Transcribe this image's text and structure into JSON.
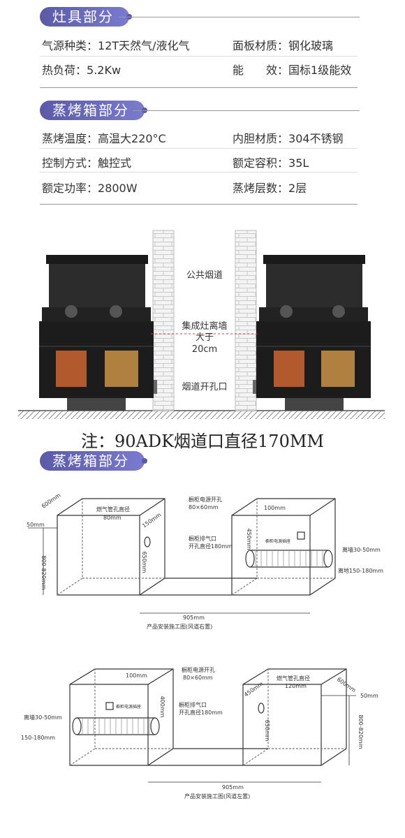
{
  "stove_section": {
    "title": "灶具部分",
    "specs": [
      {
        "label": "气源种类：",
        "value": "12T天然气/液化气"
      },
      {
        "label": "面板材质：",
        "value": "钢化玻璃"
      },
      {
        "label": "热负荷：",
        "value": "5.2Kw"
      },
      {
        "label": "能　　效：",
        "value": "国标1级能效"
      }
    ]
  },
  "steam_section": {
    "title": "蒸烤箱部分",
    "specs": [
      {
        "label": "蒸烤温度：",
        "value": "高温大220°C"
      },
      {
        "label": "内胆材质：",
        "value": "304不锈钢"
      },
      {
        "label": "控制方式：",
        "value": "触控式"
      },
      {
        "label": "额定容积：",
        "value": "35L"
      },
      {
        "label": "额定功率：",
        "value": "2800W"
      },
      {
        "label": "蒸烤层数：",
        "value": "2层"
      }
    ]
  },
  "photo_labels": {
    "flue": "公共烟道",
    "distance_line1": "集成灶离墙",
    "distance_line2": "大于",
    "distance_line3": "20cm",
    "flue_hole": "烟道开孔口"
  },
  "note": "注：90ADK烟道口直径170MM",
  "install_section": {
    "title": "蒸烤箱部分"
  },
  "diagram_right": {
    "depth": "600mm",
    "height_top": "50mm",
    "height": "800-820mm",
    "gas_pipe": "燃气管孔直径",
    "gas_pipe_size": "80mm",
    "side": "150mm",
    "gas_height": "650mm",
    "power_hole": "橱柜电源开孔",
    "power_hole_size": "80×60mm",
    "socket_height": "100mm",
    "exhaust": "橱柜排气口",
    "exhaust_size": "开孔直径180mm",
    "exhaust_height": "450mm",
    "socket": "橱柜电源插座",
    "wall": "离墙30-50mm",
    "floor": "离地150-180mm",
    "width": "905mm",
    "caption": "产品安装施工图(风道右置)"
  },
  "diagram_left": {
    "socket_height": "100mm",
    "power_hole": "橱柜电源开孔",
    "power_hole_size": "80×60mm",
    "socket": "橱柜电源插座",
    "exhaust": "橱柜排气口",
    "exhaust_size": "开孔直径180mm",
    "exhaust_height": "400mm",
    "wall": "离墙30-50mm",
    "floor": "150-180mm",
    "side": "450mm",
    "gas_pipe": "燃气管孔直径",
    "gas_pipe_size": "120mm",
    "depth": "600mm",
    "height_top": "50mm",
    "height": "800-820mm",
    "gas_height": "650mm",
    "width": "905mm",
    "caption": "产品安装施工图(风道左置)"
  }
}
